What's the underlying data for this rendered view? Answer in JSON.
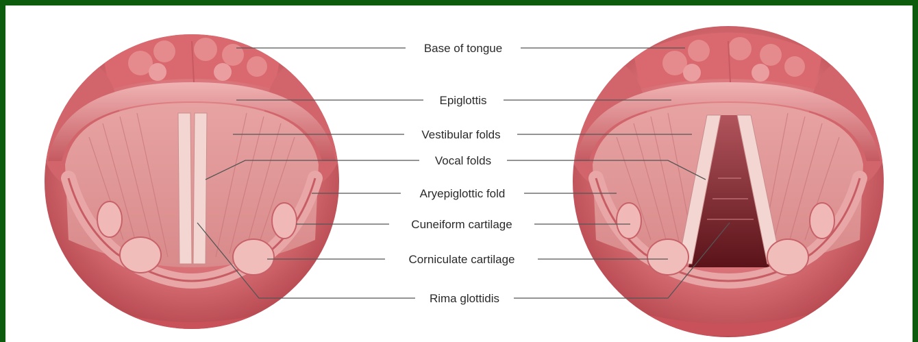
{
  "labels": [
    {
      "key": "base_of_tongue",
      "text": "Base of tongue"
    },
    {
      "key": "epiglottis",
      "text": "Epiglottis"
    },
    {
      "key": "vestibular_folds",
      "text": "Vestibular folds"
    },
    {
      "key": "vocal_folds",
      "text": "Vocal folds"
    },
    {
      "key": "aryepiglottic_fold",
      "text": "Aryepiglottic fold"
    },
    {
      "key": "cuneiform_cartilage",
      "text": "Cuneiform cartilage"
    },
    {
      "key": "corniculate_cartilage",
      "text": "Corniculate cartilage"
    },
    {
      "key": "rima_glottidis",
      "text": "Rima glottidis"
    }
  ],
  "views": [
    {
      "state": "closed"
    },
    {
      "state": "open"
    }
  ],
  "colors": {
    "frame": "#0d5c0d",
    "tissue_outer": "#c8545c",
    "tissue_mid": "#dc7f84",
    "tissue_light": "#ecaeae",
    "fold_pale": "#f2cfcb",
    "airway_dark": "#6a1a22"
  }
}
